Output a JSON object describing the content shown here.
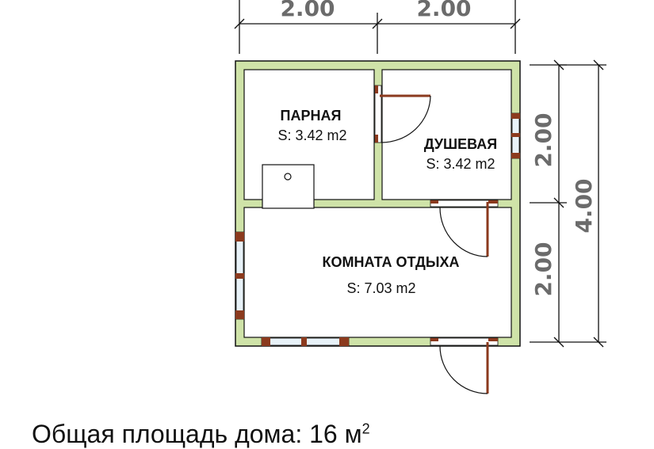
{
  "colors": {
    "wall": "#cfe3a8",
    "outline": "#111111",
    "window_frame": "#8b3a1e",
    "dimension_text": "#6b6b6b"
  },
  "dimensions": {
    "top": [
      "2.00",
      "2.00"
    ],
    "right_inner": [
      "2.00",
      "2.00"
    ],
    "right_total": "4.00"
  },
  "rooms": [
    {
      "name": "ПАРНАЯ",
      "area": "S: 3.42 m2"
    },
    {
      "name": "ДУШЕВАЯ",
      "area": "S: 3.42 m2"
    },
    {
      "name": "КОМНАТА ОТДЫХА",
      "area": "S: 7.03 m2"
    }
  ],
  "total_area": {
    "label": "Общая площадь дома: 16 м",
    "superscript": "2"
  }
}
